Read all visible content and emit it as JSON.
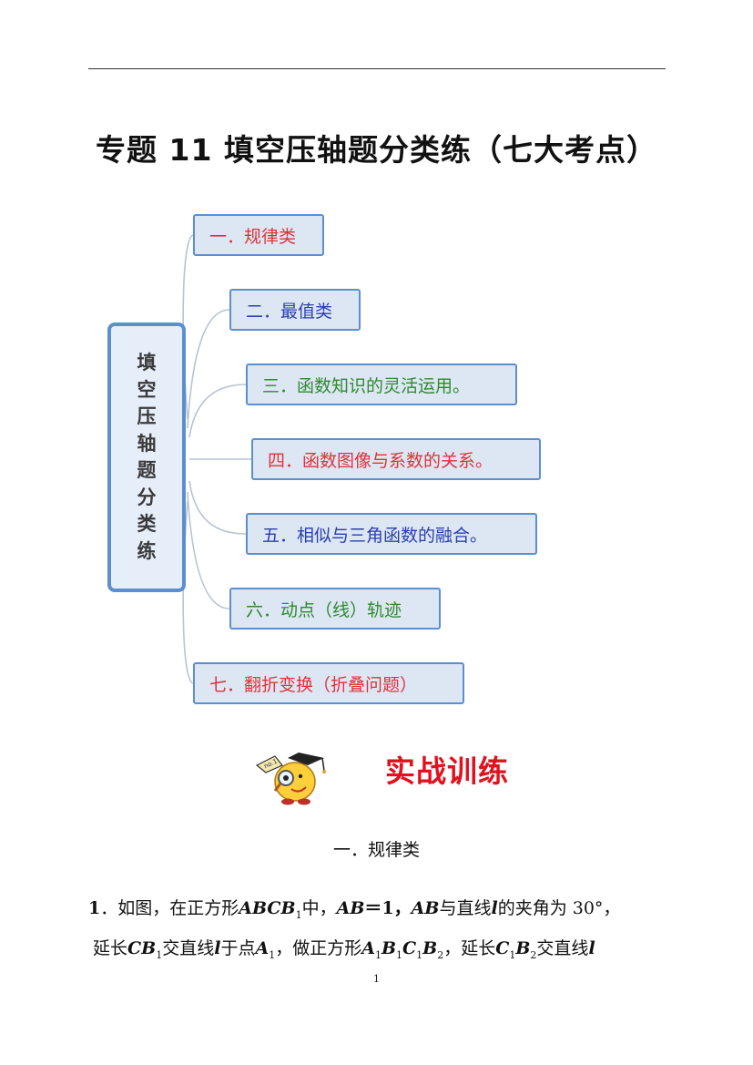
{
  "page": {
    "title": "专题 11 填空压轴题分类练（七大考点）",
    "page_number": "1"
  },
  "mindmap": {
    "center": "填空压轴题分类练",
    "branches": [
      {
        "label": "一．规律类",
        "color": "#e0323a"
      },
      {
        "label": "二．最值类",
        "color": "#2a3fb0"
      },
      {
        "label": "三．函数知识的灵活运用。",
        "color": "#2e8a2e"
      },
      {
        "label": "四．函数图像与系数的关系。",
        "color": "#e0323a"
      },
      {
        "label": "五．相似与三角函数的融合。",
        "color": "#2a3fb0"
      },
      {
        "label": "六．动点（线）轨迹",
        "color": "#2e8a2e"
      },
      {
        "label": "七．翻折变换（折叠问题）",
        "color": "#e0323a"
      }
    ]
  },
  "combat": {
    "title": "实战训练"
  },
  "section": {
    "heading": "一．规律类"
  },
  "problem1": {
    "number": "1",
    "t1": "．如图，在正方形",
    "abcb": "ABCB",
    "sub1": "1",
    "t2": "中，",
    "ab1": "AB",
    "t3": "＝1，",
    "ab2": "AB",
    "t4": "与直线",
    "l1": "l",
    "t5": "的夹角为 30°，",
    "t6": "延长",
    "cb": "CB",
    "sub2": "1",
    "t7": "交直线",
    "l2": "l",
    "t8": "于点",
    "a1": "A",
    "sub3": "1",
    "t9": "，做正方形",
    "sqA": "A",
    "sqA_sub": "1",
    "sqB": "B",
    "sqB_sub": "1",
    "sqC": "C",
    "sqC_sub": "1",
    "sqB2": "B",
    "sqB2_sub": "2",
    "t10": "，延长",
    "c1": "C",
    "c1_sub": "1",
    "b2": "B",
    "b2_sub": "2",
    "t11": "交直线",
    "l3": "l"
  },
  "colors": {
    "accent_blue": "#5b8fd0",
    "box_fill": "#dde6f3",
    "title_red": "#e0121e"
  }
}
